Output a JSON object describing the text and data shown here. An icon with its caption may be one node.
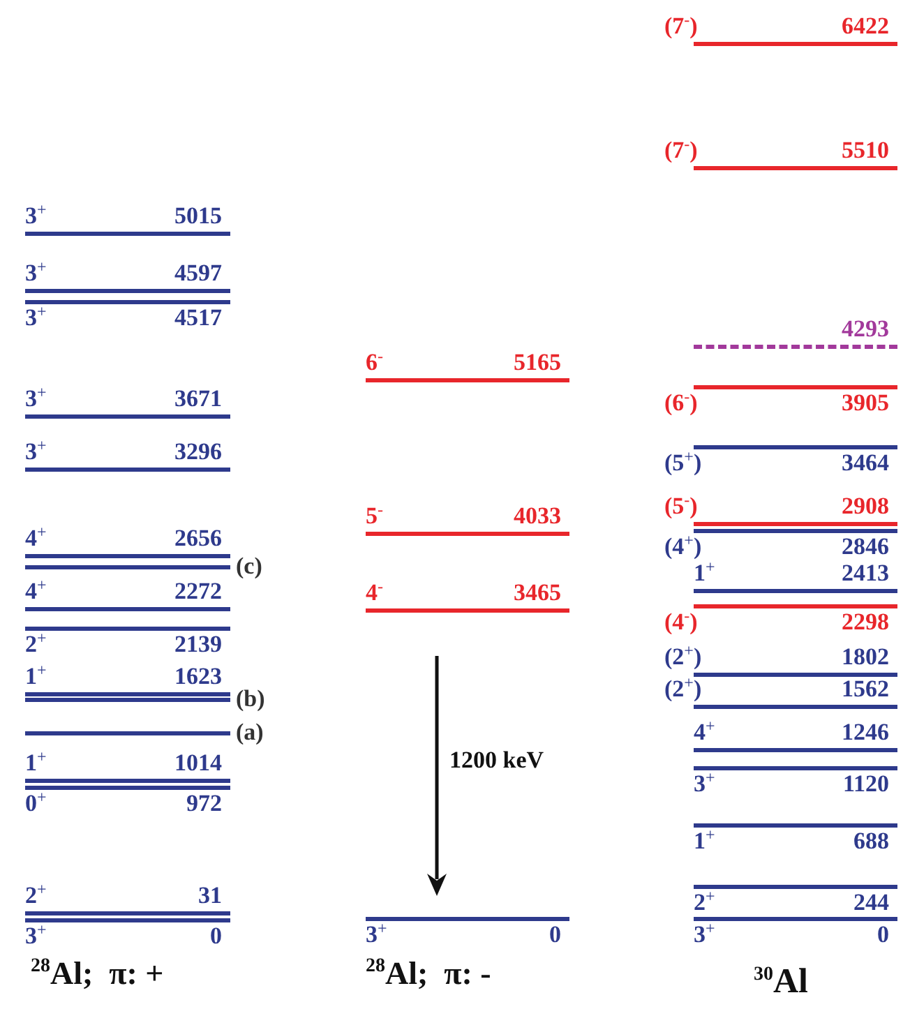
{
  "diagram": {
    "nodes": [
      {
        "text": [
          "3$^{+}$",
          "5015"
        ]
      },
      {
        "text": [
          "3$^{+}$",
          "4597"
        ]
      },
      {
        "text": [
          "3$^{+}$",
          "4517"
        ]
      },
      {
        "text": [
          "3$^{+}$",
          "3671"
        ]
      },
      {
        "text": [
          "3$^{+}$",
          "3296"
        ]
      },
      {
        "text": [
          "4$^{+}$",
          "2656"
        ]
      },
      {
        "text": [],
        "shape": "bar",
        "beside": [
          "(c)"
        ]
      },
      {
        "text": [
          "4$^{+}$",
          "2272"
        ]
      },
      {
        "text": [
          "2$^{+}$",
          "2139"
        ]
      },
      {
        "text": [
          "1$^{+}$",
          "1623"
        ]
      },
      {
        "text": [],
        "shape": "bar",
        "beside": [
          "(b)"
        ]
      },
      {
        "text": [],
        "shape": "bar",
        "beside": [
          "(a)"
        ]
      },
      {
        "text": [
          "1$^{+}$",
          "1014"
        ]
      },
      {
        "text": [
          "0$^{+}$",
          "972"
        ]
      },
      {
        "text": [
          "2$^{+}$",
          "31"
        ]
      },
      {
        "text": [
          "3$^{+}$",
          "0"
        ]
      },
      {
        "text": [
          "6$^{-}$",
          "5165"
        ]
      },
      {
        "text": [
          "5$^{-}$",
          "4033"
        ]
      },
      {
        "text": [
          "4$^{-}$",
          "3465"
        ]
      },
      {
        "text": [
          "3$^{+}$",
          "0"
        ]
      },
      {
        "text": [
          "(7$^{-}$)",
          "6422"
        ]
      },
      {
        "text": [
          "(7$^{-}$)",
          "5510"
        ]
      },
      {
        "text": [
          "4293"
        ]
      },
      {
        "text": [
          "(6$^{-}$)",
          "3905"
        ]
      },
      {
        "text": [
          "(5$^{+}$)",
          "3464"
        ]
      },
      {
        "text": [
          "(5$^{-}$)",
          "2908"
        ]
      },
      {
        "text": [
          "(4$^{+}$)",
          "2846"
        ]
      },
      {
        "text": [
          "1$^{+}$",
          "2413"
        ]
      },
      {
        "text": [
          "(4$^{-}$)",
          "2298"
        ]
      },
      {
        "text": [
          "(2$^{+}$)",
          "1802"
        ]
      },
      {
        "text": [
          "(2$^{+}$)",
          "1562"
        ]
      },
      {
        "text": [
          "4$^{+}$",
          "1246"
        ]
      },
      {
        "text": [
          "3$^{+}$",
          "1120"
        ]
      },
      {
        "text": [
          "1$^{+}$",
          "688"
        ]
      },
      {
        "text": [
          "2$^{+}$",
          "244"
        ]
      },
      {
        "text": [
          "3$^{+}$",
          "0"
        ]
      }
    ],
    "labels": [
      "1200 keV",
      "$^{28}$Al;  π: +",
      "$^{28}$Al;  π: -",
      "$^{30}$Al"
    ]
  }
}
